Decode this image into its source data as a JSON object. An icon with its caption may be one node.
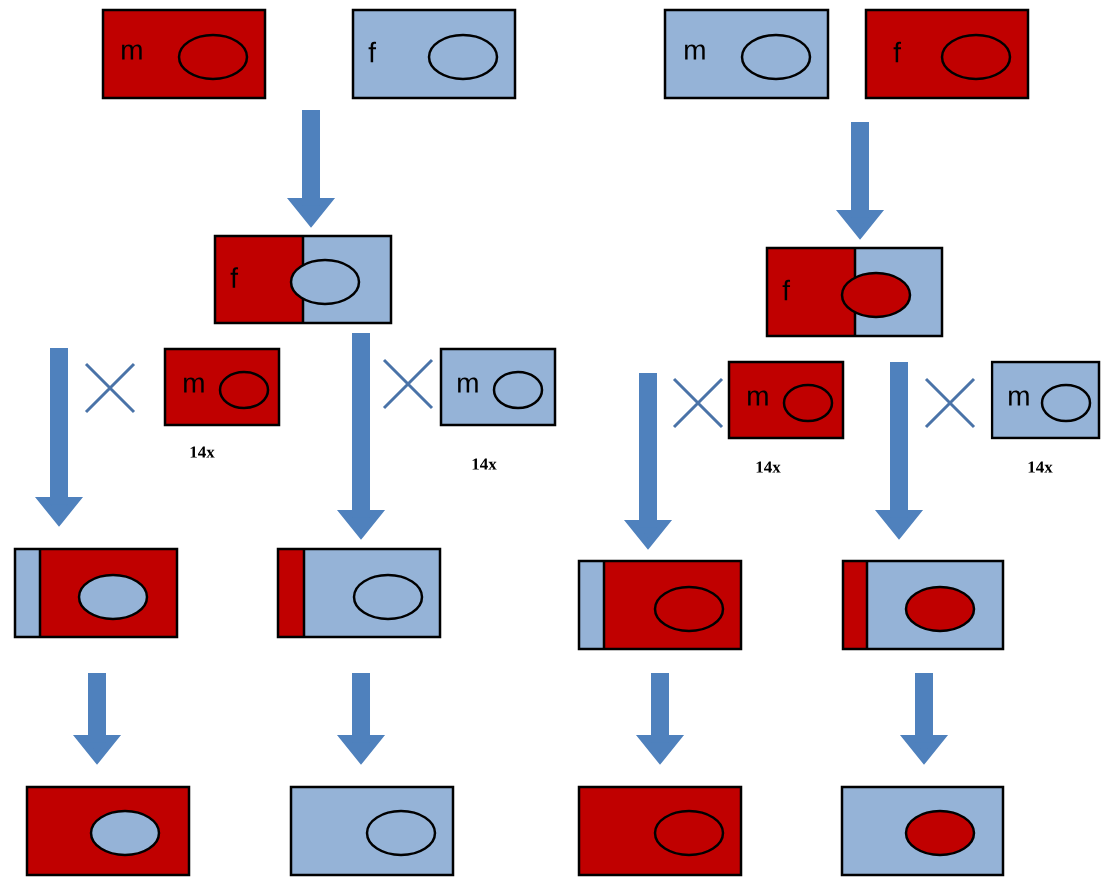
{
  "diagram": {
    "nodes": [
      {
        "text": [
          "m"
        ]
      },
      {
        "text": [
          "f"
        ]
      },
      {
        "text": [
          "m"
        ]
      },
      {
        "text": [
          "f"
        ]
      },
      {
        "text": [
          "f"
        ]
      },
      {
        "text": [
          "f"
        ]
      },
      {
        "text": [
          "m"
        ],
        "beside": [
          "14x"
        ]
      },
      {
        "text": [
          "m"
        ],
        "beside": [
          "14x"
        ]
      },
      {
        "text": [
          "m"
        ],
        "beside": [
          "14x"
        ]
      },
      {
        "text": [
          "m"
        ],
        "beside": [
          "14x"
        ]
      },
      {
        "text": [],
        "shape": "box"
      },
      {
        "text": [],
        "shape": "box"
      },
      {
        "text": [],
        "shape": "box"
      },
      {
        "text": [],
        "shape": "box"
      },
      {
        "text": [],
        "shape": "box"
      },
      {
        "text": [],
        "shape": "box"
      },
      {
        "text": [],
        "shape": "box"
      },
      {
        "text": [],
        "shape": "box"
      }
    ],
    "edges": [
      {
        "from": null,
        "to": 4,
        "arrow": "to"
      },
      {
        "from": null,
        "to": 5,
        "arrow": "to"
      },
      {
        "from": null,
        "to": 10,
        "arrow": "to"
      },
      {
        "from": 4,
        "to": 11,
        "arrow": "to"
      },
      {
        "from": null,
        "to": 12,
        "arrow": "to"
      },
      {
        "from": 5,
        "to": 13,
        "arrow": "to"
      },
      {
        "from": 10,
        "to": 14,
        "arrow": "to"
      },
      {
        "from": 11,
        "to": 15,
        "arrow": "to"
      },
      {
        "from": 12,
        "to": 16,
        "arrow": "to"
      },
      {
        "from": 13,
        "to": 17,
        "arrow": "to"
      }
    ]
  }
}
